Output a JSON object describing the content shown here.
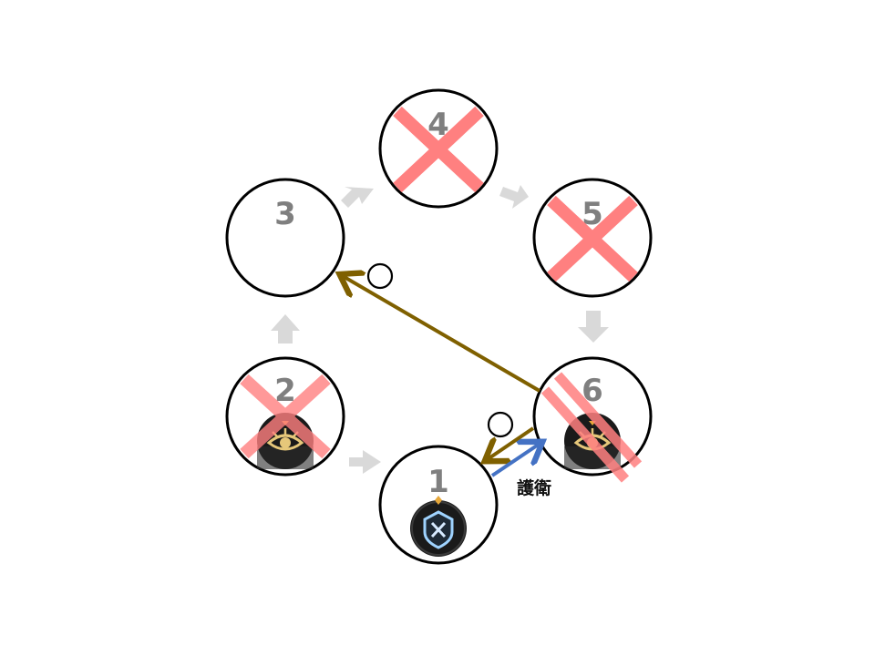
{
  "positions": [
    {
      "label": "1",
      "crossed": false,
      "icon": "guard-shield-icon",
      "slashed": false
    },
    {
      "label": "2",
      "crossed": true,
      "icon": "seer-eye-icon",
      "slashed": false
    },
    {
      "label": "3",
      "crossed": false,
      "icon": null,
      "slashed": false
    },
    {
      "label": "4",
      "crossed": true,
      "icon": null,
      "slashed": false
    },
    {
      "label": "5",
      "crossed": true,
      "icon": null,
      "slashed": false
    },
    {
      "label": "6",
      "crossed": false,
      "icon": "seer-eye-icon",
      "slashed": true
    }
  ],
  "guard_label": "護衛",
  "colors": {
    "circle_stroke": "#000000",
    "number": "#7f7f7f",
    "cross": "#ff8080",
    "rotation_arrow": "#d9d9d9",
    "action_arrow": "#7f6000",
    "guard_arrow": "#4472c4",
    "icon_bg": "#1a1a1a",
    "eye_gold": "#e6c77a",
    "shield_blue": "#9fd3ff"
  }
}
